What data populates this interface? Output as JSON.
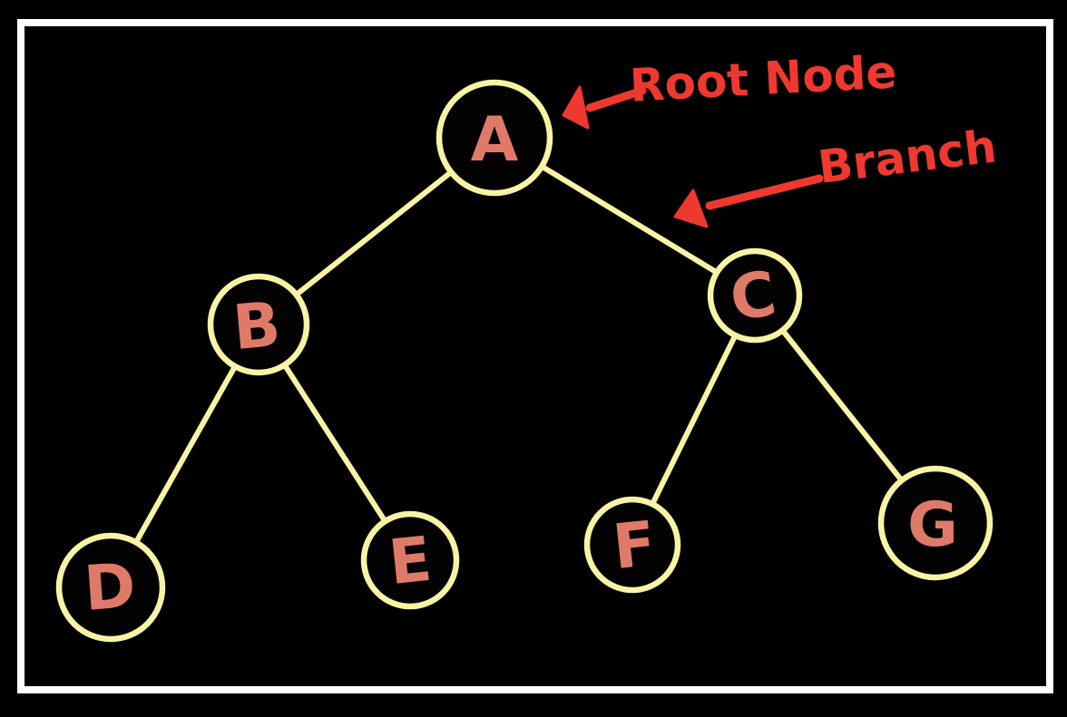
{
  "diagram": {
    "type": "tree",
    "colors": {
      "bg": "#000000",
      "frame": "#ffffff",
      "node-stroke": "#f8f4a4",
      "node-label": "#e07a68",
      "annotation": "#ef392f"
    },
    "nodes": [
      {
        "id": "A",
        "label": "A",
        "role": "root"
      },
      {
        "id": "B",
        "label": "B",
        "role": "internal"
      },
      {
        "id": "C",
        "label": "C",
        "role": "internal"
      },
      {
        "id": "D",
        "label": "D",
        "role": "leaf"
      },
      {
        "id": "E",
        "label": "E",
        "role": "leaf"
      },
      {
        "id": "F",
        "label": "F",
        "role": "leaf"
      },
      {
        "id": "G",
        "label": "G",
        "role": "leaf"
      }
    ],
    "edges": [
      {
        "from": "A",
        "to": "B"
      },
      {
        "from": "A",
        "to": "C",
        "annotated_as": "Branch"
      },
      {
        "from": "B",
        "to": "D"
      },
      {
        "from": "B",
        "to": "E"
      },
      {
        "from": "C",
        "to": "F"
      },
      {
        "from": "C",
        "to": "G"
      }
    ],
    "annotations": [
      {
        "text": "Root Node",
        "points_to": "node A"
      },
      {
        "text": "Branch",
        "points_to": "edge A-C"
      }
    ]
  }
}
